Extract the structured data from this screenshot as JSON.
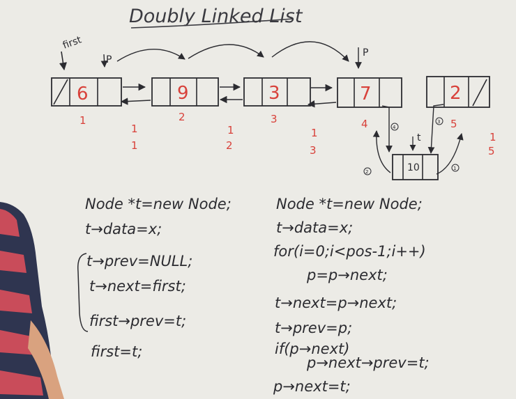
{
  "title": "Doubly Linked List",
  "labels": {
    "first": "first",
    "p_left": "P",
    "p_right": "P",
    "t": "t"
  },
  "nodes": [
    {
      "value": "6",
      "index": "1"
    },
    {
      "value": "9",
      "index": "2"
    },
    {
      "value": "3",
      "index": "3"
    },
    {
      "value": "7",
      "index": "4"
    },
    {
      "value": "2",
      "index": "5"
    }
  ],
  "new_node": {
    "value": "10"
  },
  "positions": [
    {
      "top": "1",
      "bottom": "1"
    },
    {
      "top": "1",
      "bottom": "2"
    },
    {
      "top": "1",
      "bottom": "3"
    },
    {
      "top": "1",
      "bottom": "5"
    }
  ],
  "step_marks": [
    "4",
    "3",
    "2",
    "1"
  ],
  "code_left": [
    "Node *t=new Node;",
    "t→data=x;",
    "t→prev=NULL;",
    "t→next=first;",
    "first→prev=t;",
    "first=t;"
  ],
  "code_right": [
    "Node *t=new Node;",
    "t→data=x;",
    "for(i=0;i<pos-1;i++)",
    "p=p→next;",
    "t→next=p→next;",
    "t→prev=p;",
    "if(p→next)",
    "p→next→prev=t;",
    "p→next=t;"
  ],
  "colors": {
    "board": "#ecebe6",
    "ink": "#2b2b30",
    "red_marker": "#d8413a",
    "shirt_red": "#c94c5a",
    "shirt_navy": "#2f3550"
  }
}
